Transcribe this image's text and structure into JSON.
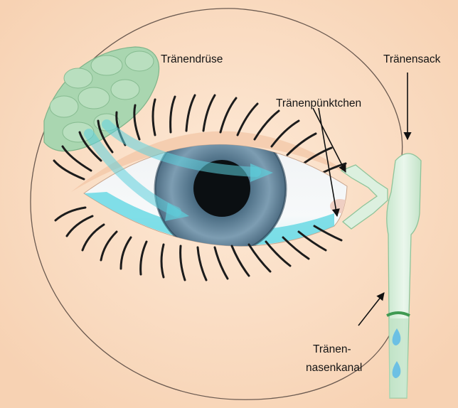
{
  "labels": {
    "gland": "Tränendrüse",
    "sac": "Tränensack",
    "puncta": "Tränenpünktchen",
    "duct_line1": "Tränen-",
    "duct_line2": "nasenkanal"
  },
  "colors": {
    "background": "#fbe3cc",
    "gland": "#a9d6b0",
    "canal": "#dcf0df",
    "tear": "#58d6e2",
    "iris": "#6f8fa6",
    "pupil": "#0b0f12",
    "arrow": "#111111"
  }
}
